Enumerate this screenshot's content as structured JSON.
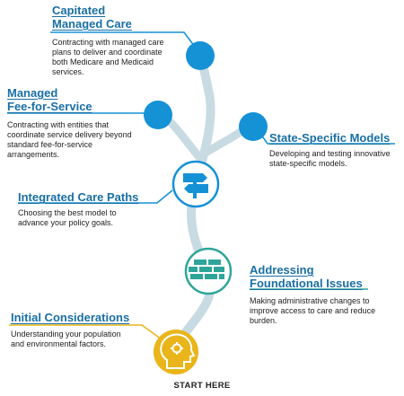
{
  "colors": {
    "blue": "#1591d6",
    "path": "#c8dbe3",
    "teal": "#2fa59a",
    "gold": "#e9b51a",
    "title": "#1a6fa6"
  },
  "nodes": {
    "capitated": {
      "title_line1": "Capitated",
      "title_line2": "Managed Care",
      "description": "Contracting with managed care plans to deliver and coordinate both Medicare and Medicaid services."
    },
    "ffs": {
      "title_line1": "Managed",
      "title_line2": "Fee-for-Service",
      "description": "Contracting with entities that coordinate service delivery beyond standard fee-for-service arrangements."
    },
    "state_specific": {
      "title": "State-Specific Models",
      "description": "Developing and testing innovative state-specific models."
    },
    "integrated": {
      "title": "Integrated Care Paths",
      "description": "Choosing the best model to advance your policy goals.",
      "icon": "signpost-icon"
    },
    "foundational": {
      "title_line1": "Addressing",
      "title_line2": "Foundational Issues",
      "description": "Making administrative changes to improve access to care and reduce burden.",
      "icon": "brick-wall-icon"
    },
    "initial": {
      "title": "Initial Considerations",
      "description": "Understanding your population and environmental factors.",
      "icon": "head-gear-icon"
    }
  },
  "start_label": "START HERE"
}
